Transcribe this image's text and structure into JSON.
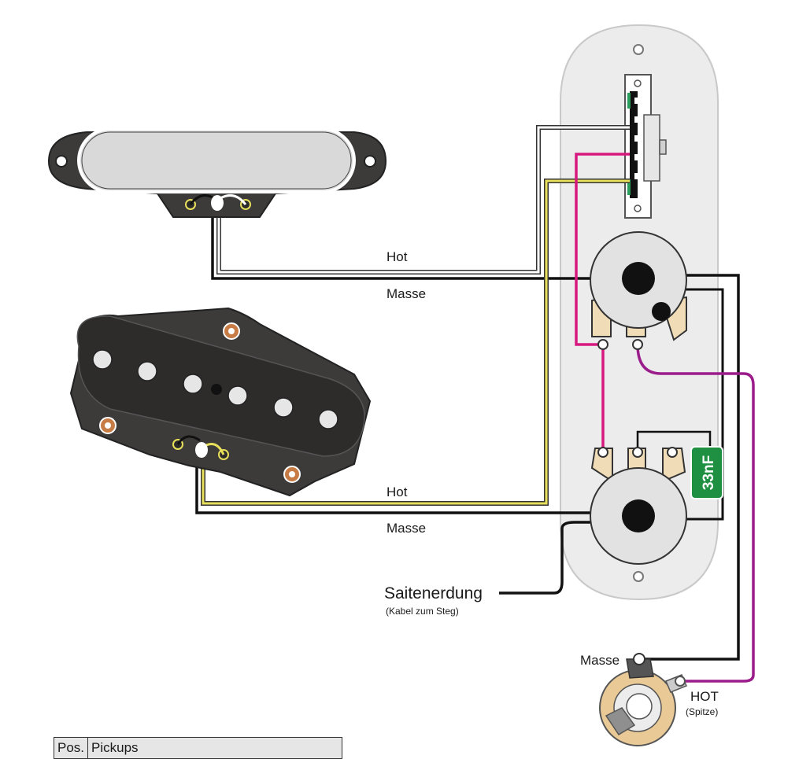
{
  "labels": {
    "neck_hot": "Hot",
    "neck_ground": "Masse",
    "bridge_hot": "Hot",
    "bridge_ground": "Masse",
    "string_ground": "Saitenerdung",
    "string_ground_note": "(Kabel zum Steg)",
    "jack_ground": "Masse",
    "jack_hot": "HOT",
    "jack_hot_note": "(Spitze)",
    "capacitor": "33nF"
  },
  "legend": {
    "columns": [
      "Pos.",
      "Pickups"
    ]
  },
  "colors": {
    "control_plate": "#ececec",
    "pot_body": "#e2e2e2",
    "pot_lugs": "#f0ddb8",
    "pickup_body": "#3d3a3a",
    "capacitor": "#1f8f42",
    "wire_ground": "#111111",
    "wire_neck_hot": "#ffffff",
    "wire_bridge_hot": "#e8e05a",
    "wire_switch": "#d6187f",
    "wire_jack_hot": "#9b1d8c",
    "jack_body": "#e9c995"
  }
}
